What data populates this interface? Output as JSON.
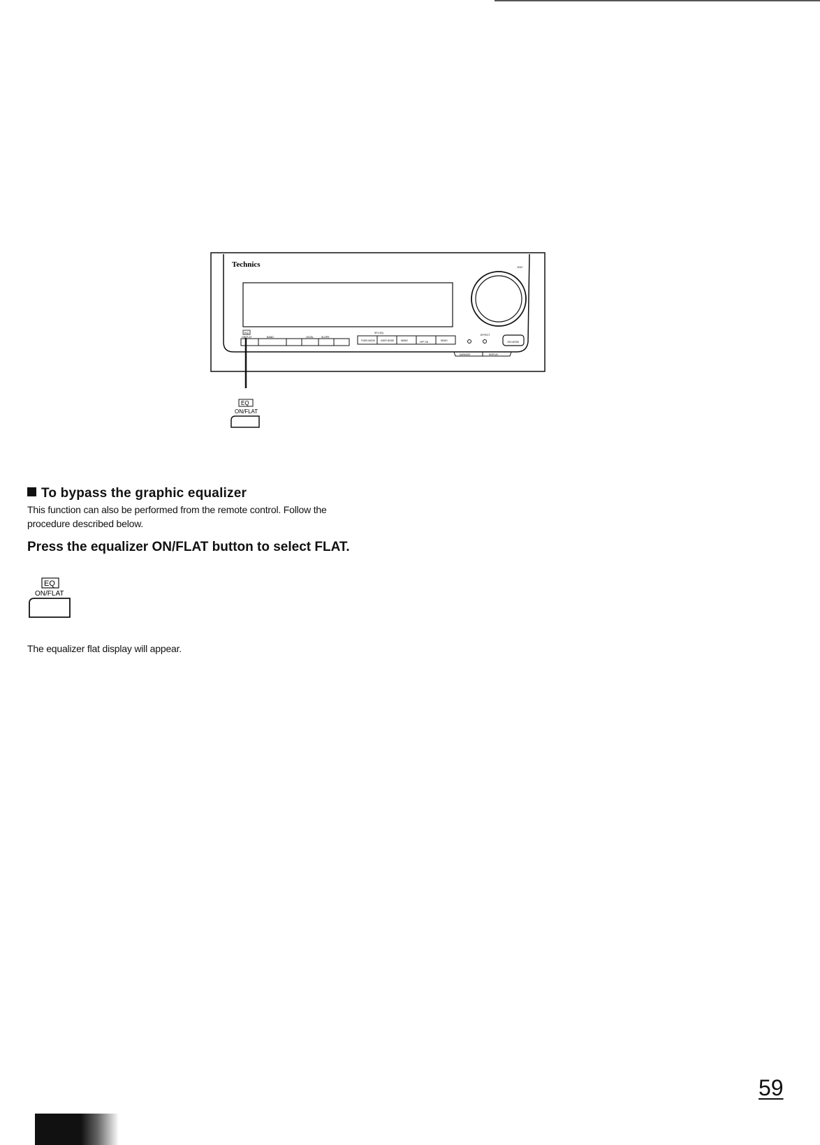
{
  "diagram": {
    "brand": "Technics",
    "jog_label": "JOG",
    "eq_badge": "EQ",
    "on_flat_label": "ON/FLAT",
    "band_label": "BAND",
    "level_label": "LEVEL",
    "slope_label": "SLOPE",
    "sfx_label": "SFX-EQ",
    "fixed_mode_label": "FIXED MODE",
    "user_mode_label": "USER MODE",
    "memo_label": "MEMO",
    "off_on_label": "OFF ON",
    "demo_label": "DEMO",
    "effect_label": "EFFECT",
    "jog_mode_label": "JOG MODE",
    "karaoke_label": "KARAOKE",
    "display_label": "DISPLAY",
    "callout_eq": "EQ",
    "callout_label": "ON/FLAT"
  },
  "section": {
    "heading": "To bypass the graphic equalizer",
    "intro": "This function can also be performed from the remote control. Follow the procedure described below."
  },
  "instruction": {
    "text": "Press the equalizer ON/FLAT button to select FLAT.",
    "eq_badge": "EQ",
    "button_label": "ON/FLAT"
  },
  "result_text": "The equalizer flat display will appear.",
  "page_number": "59"
}
